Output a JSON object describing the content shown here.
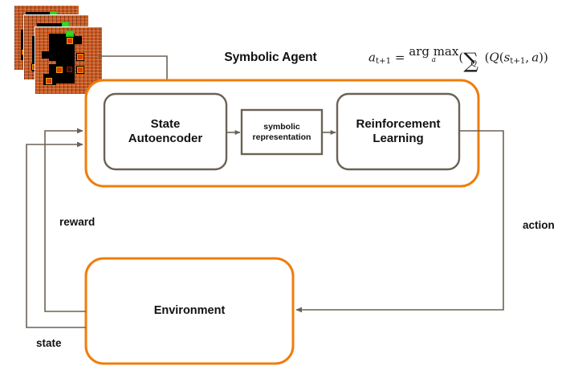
{
  "diagram": {
    "title": "Symbolic Agent",
    "formula": {
      "lhs": "a",
      "lhs_sub": "t+1",
      "equals": "=",
      "argmax": "arg max",
      "argmax_under": "a",
      "sum_under": "Q",
      "q": "Q",
      "state": "s",
      "state_sub": "t+1",
      "action_var": "a",
      "plain_text": "a_{t+1} = arg max_a ( SUM_Q ( Q(s_{t+1}, a) )"
    },
    "agent_box": {
      "name": "Symbolic Agent",
      "border_color": "#f07d0a",
      "nodes": [
        {
          "id": "state-autoencoder",
          "line1": "State",
          "line2": "Autoencoder",
          "shape": "rounded"
        },
        {
          "id": "symbolic-representation",
          "line1": "symbolic",
          "line2": "representation",
          "shape": "square"
        },
        {
          "id": "reinforcement-learning",
          "line1": "Reinforcement",
          "line2": "Learning",
          "shape": "rounded"
        }
      ]
    },
    "environment_box": {
      "label": "Environment",
      "border_color": "#f07d0a"
    },
    "edge_labels": [
      {
        "id": "reward",
        "text": "reward"
      },
      {
        "id": "state",
        "text": "state"
      },
      {
        "id": "action",
        "text": "action"
      }
    ],
    "colors": {
      "accent_orange": "#f07d0a",
      "node_border": "#6b6254",
      "arrow": "#6b6254",
      "text": "#111111",
      "background": "#ffffff",
      "game_brick": "#c85a22",
      "game_tunnel": "#000000",
      "game_gem": "#f0a000",
      "game_hero": "#2fbf1f"
    },
    "frame_stack": {
      "name": "game-state-frames",
      "count": 3,
      "description": "three stacked Atari-style game screenshots (brick maze with gems and player)"
    }
  }
}
